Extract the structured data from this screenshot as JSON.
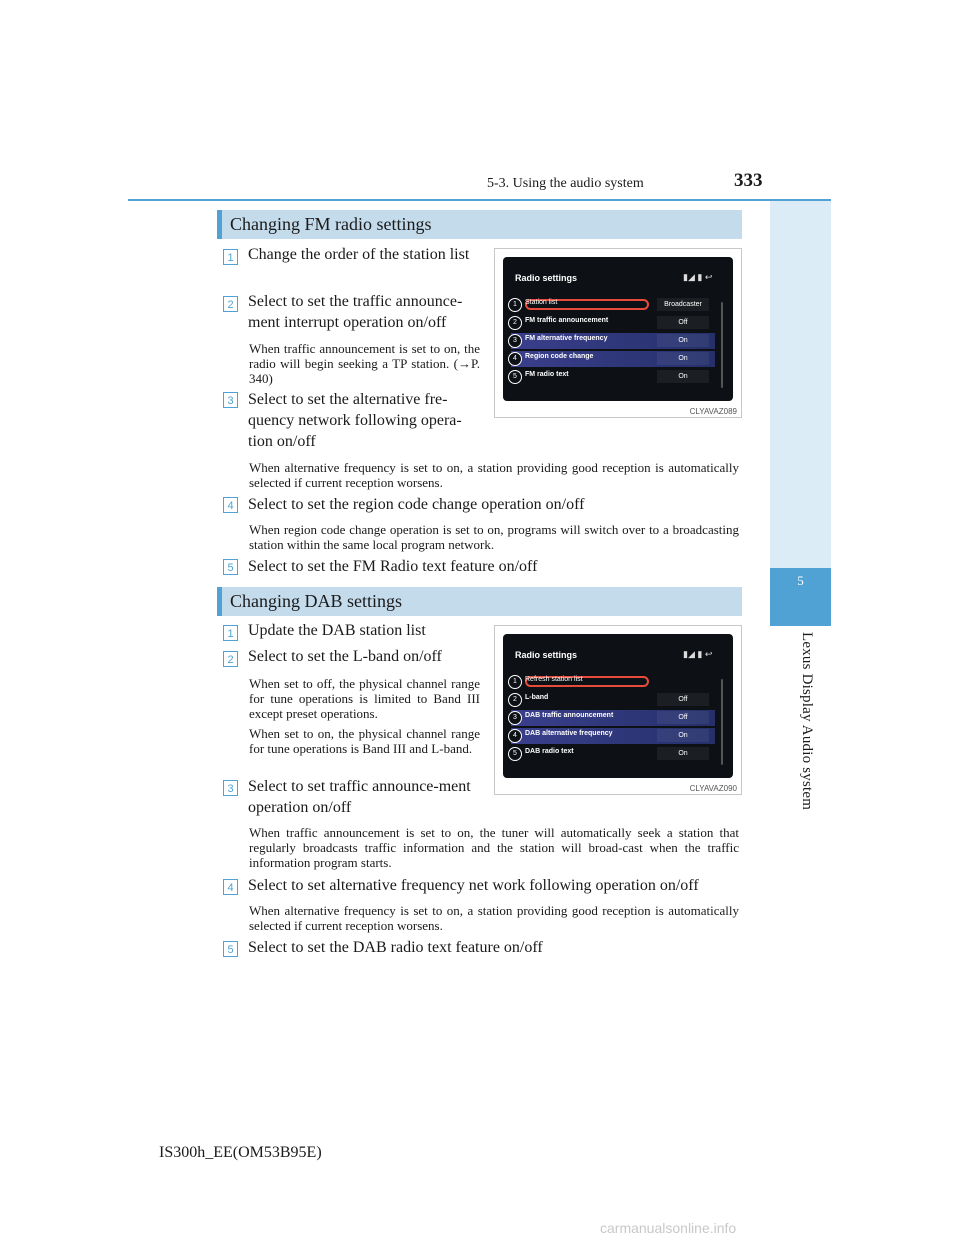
{
  "header": {
    "section": "5-3. Using the audio system",
    "page": "333"
  },
  "side_tab": {
    "number": "5",
    "label": "Lexus Display Audio system"
  },
  "fm": {
    "heading": "Changing FM radio settings",
    "steps": [
      {
        "num": "1",
        "text": "Change the order of the station list"
      },
      {
        "num": "2",
        "text": "Select to set the traffic announce-ment interrupt operation on/off",
        "note": "When traffic announcement is set to on, the radio will begin seeking a TP station. (→P. 340)"
      },
      {
        "num": "3",
        "text": "Select to set the alternative fre-quency network following opera-tion on/off",
        "note": "When alternative frequency is set to on, a station providing good reception is automatically selected if current reception worsens."
      },
      {
        "num": "4",
        "text": "Select to set the region code change operation on/off",
        "note": "When region code change operation is set to on, programs will switch over to a broadcasting station within the same local program network."
      },
      {
        "num": "5",
        "text": "Select to set the FM Radio text feature on/off"
      }
    ],
    "screen": {
      "title": "Radio settings",
      "icons": "▮◢ ▮ ↩",
      "rows": [
        {
          "num": "1",
          "label": "Station list",
          "value": "Broadcaster"
        },
        {
          "num": "2",
          "label": "FM traffic announcement",
          "value": "Off"
        },
        {
          "num": "3",
          "label": "FM alternative frequency",
          "value": "On"
        },
        {
          "num": "4",
          "label": "Region code change",
          "value": "On"
        },
        {
          "num": "5",
          "label": "FM radio text",
          "value": "On"
        }
      ],
      "code": "CLYAVAZ089"
    }
  },
  "dab": {
    "heading": "Changing DAB settings",
    "steps": [
      {
        "num": "1",
        "text": "Update the DAB station list"
      },
      {
        "num": "2",
        "text": "Select to set the L-band on/off",
        "note": "When set to off, the physical channel range for tune operations is limited to Band III except preset operations.",
        "note2": "When set to on, the physical channel range for tune operations is Band III and L-band."
      },
      {
        "num": "3",
        "text": "Select to set traffic announce-ment operation on/off",
        "note": "When traffic announcement is set to on, the tuner will automatically seek a station that regularly broadcasts traffic information and the station will broad-cast when the traffic information program starts."
      },
      {
        "num": "4",
        "text": "Select to set alternative frequency net work following operation on/off",
        "note": "When alternative frequency is set to on, a station providing good reception is automatically selected if current reception worsens."
      },
      {
        "num": "5",
        "text": "Select to set the DAB radio text feature on/off"
      }
    ],
    "screen": {
      "title": "Radio settings",
      "icons": "▮◢ ▮ ↩",
      "rows": [
        {
          "num": "1",
          "label": "Refresh station list",
          "value": ""
        },
        {
          "num": "2",
          "label": "L-band",
          "value": "Off"
        },
        {
          "num": "3",
          "label": "DAB traffic announcement",
          "value": "Off"
        },
        {
          "num": "4",
          "label": "DAB alternative frequency",
          "value": "On"
        },
        {
          "num": "5",
          "label": "DAB radio text",
          "value": "On"
        }
      ],
      "code": "CLYAVAZ090"
    }
  },
  "footer": "IS300h_EE(OM53B95E)",
  "watermark": "carmanualsonline.info"
}
